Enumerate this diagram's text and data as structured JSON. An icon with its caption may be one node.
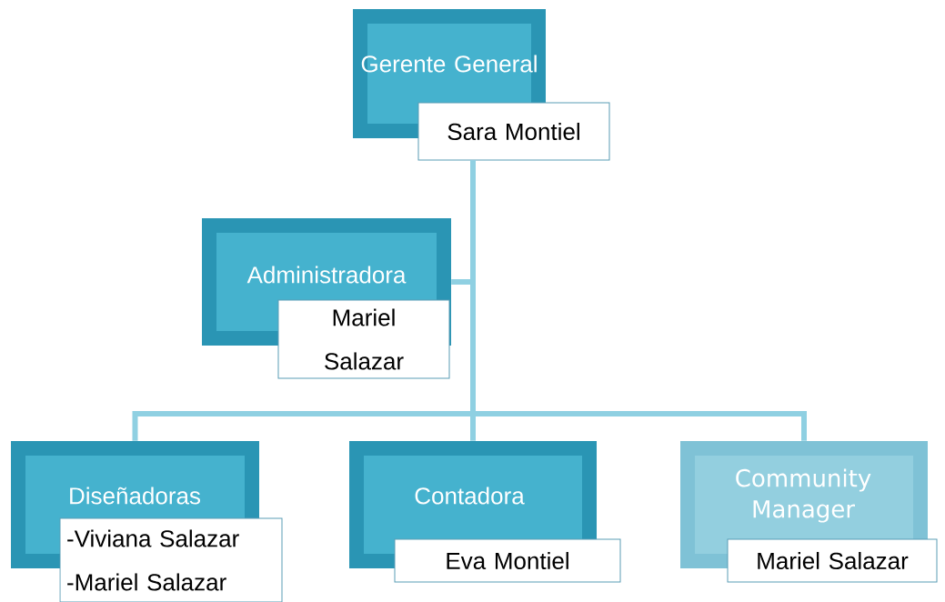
{
  "diagram": {
    "nodes": [
      {
        "text": [
          "Gerente General",
          "Sara Montiel"
        ]
      },
      {
        "text": [
          "Administradora",
          "Mariel Salazar"
        ]
      },
      {
        "text": [
          "Diseñadoras",
          "-Viviana Salazar",
          "-Mariel Salazar"
        ]
      },
      {
        "text": [
          "Contadora",
          "Eva Montiel"
        ]
      },
      {
        "text": [
          "Community Manager",
          "Mariel Salazar"
        ]
      }
    ],
    "edges": [
      {
        "from": 0,
        "to": 1,
        "arrow": "none"
      },
      {
        "from": 0,
        "to": 2,
        "arrow": "none"
      },
      {
        "from": 0,
        "to": 3,
        "arrow": "none"
      },
      {
        "from": 0,
        "to": 4,
        "arrow": "none"
      }
    ]
  }
}
